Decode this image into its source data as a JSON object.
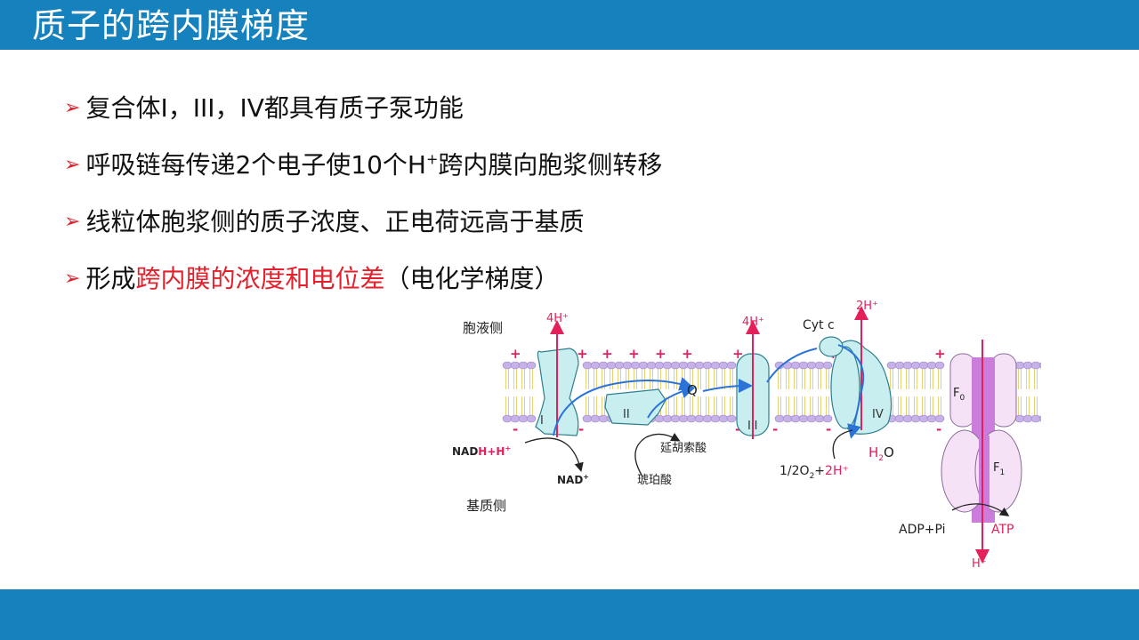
{
  "title": "质子的跨内膜梯度",
  "bullet_arrow": "➢",
  "bullets": {
    "b1": "复合体I，III，IV都具有质子泵功能",
    "b2_pre": "呼吸链每传递2个电子使10个H",
    "b2_sup": "+",
    "b2_post": "跨内膜向胞浆侧转移",
    "b3": "线粒体胞浆侧的质子浓度、正电荷远高于基质",
    "b4_pre": "形成",
    "b4_red": "跨内膜的浓度和电位差",
    "b4_post": "（电化学梯度）"
  },
  "diagram": {
    "cytosol_side": "胞液侧",
    "matrix_side": "基质侧",
    "h_label_1": "4H⁺",
    "h_label_2": "4H⁺",
    "h_label_3": "2H⁺",
    "cyt_c": "Cyt c",
    "complex_1": "I",
    "complex_2": "II",
    "complex_3": "III",
    "complex_4": "IV",
    "q": "Q",
    "nadh_a": "NAD",
    "nadh_b": "H+H",
    "nadh_sup": "+",
    "nad": "NAD",
    "nad_sup": "+",
    "fumarate": "延胡索酸",
    "succinate": "琥珀酸",
    "half_o2_a": "1/2O",
    "half_o2_sub": "2",
    "half_o2_b": "+",
    "half_o2_h": "2H⁺",
    "h2o_a": "H",
    "h2o_sub": "2",
    "h2o_b": "O",
    "f0_a": "F",
    "f0_sub": "0",
    "f1_a": "F",
    "f1_sub": "1",
    "adp_pi": "ADP+Pi",
    "atp": "ATP",
    "h_bottom": "H⁺",
    "plus": "+",
    "minus": "-",
    "colors": {
      "proton_red": "#e3205a",
      "complex_fill": "#c8eef0",
      "atp_synthase_pink": "#f6e2f6",
      "atp_synthase_channel": "#cc7ddc",
      "membrane_head": "#c6b1e8",
      "membrane_tail": "#e8d274",
      "electron_arrow": "#2c73d8"
    }
  }
}
